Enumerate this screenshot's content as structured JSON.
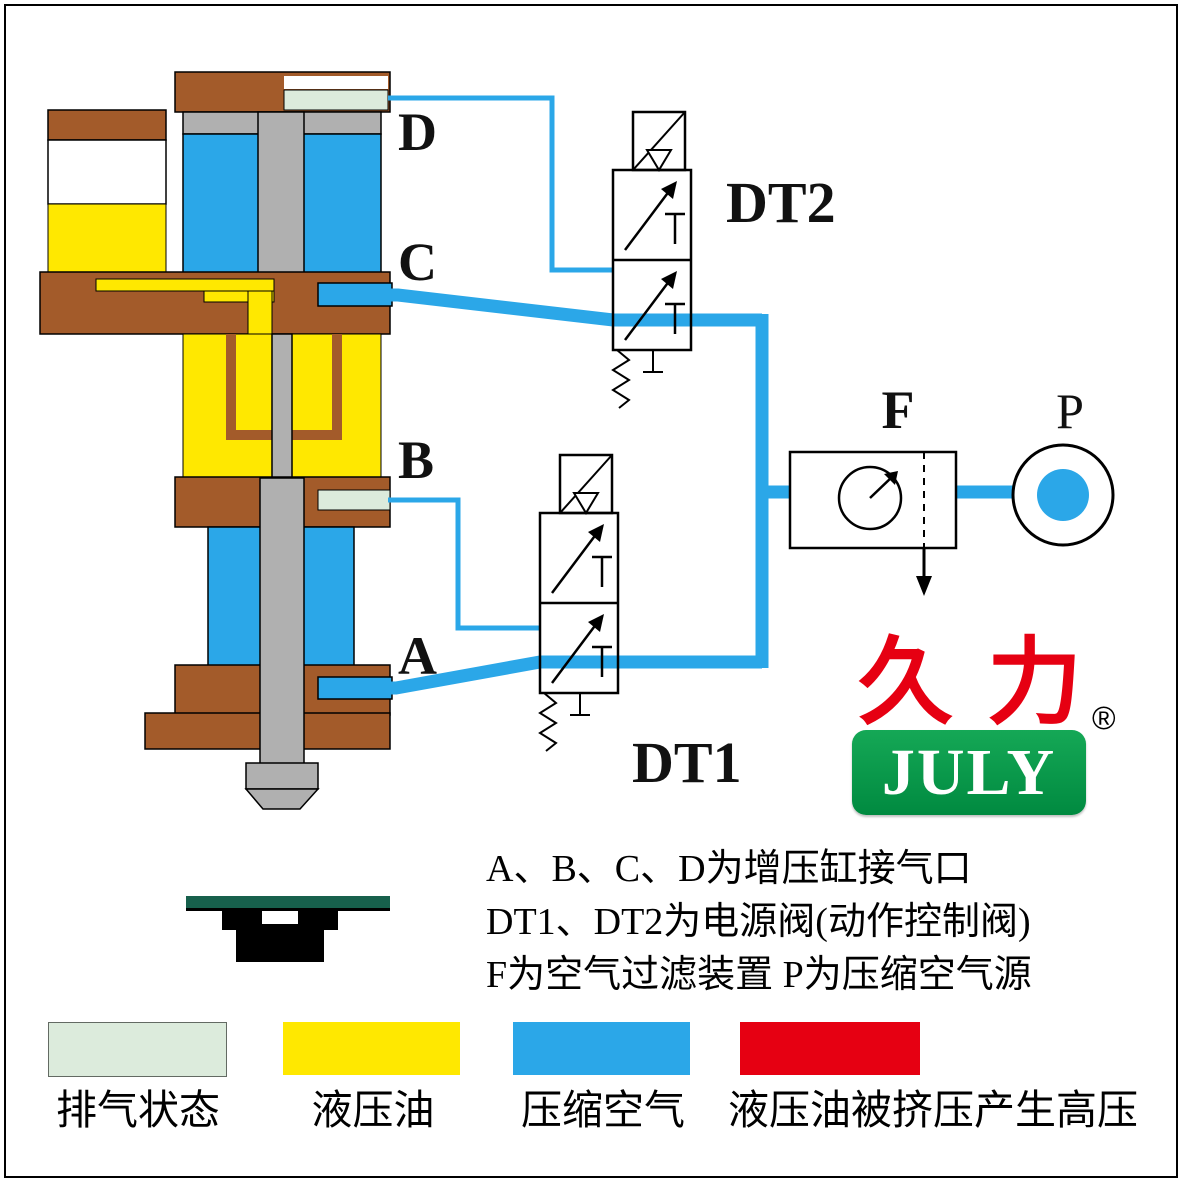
{
  "colors": {
    "brown": "#A35B2A",
    "blue": "#2BA7E8",
    "yellow": "#FFE800",
    "exhaust": "#DCEBDC",
    "gray": "#B0B0B0",
    "logo_red": "#E60012",
    "logo_green_top": "#15A856",
    "logo_green_bottom": "#008A40",
    "die_green": "#17604C"
  },
  "ports": {
    "a": "A",
    "b": "B",
    "c": "C",
    "d": "D"
  },
  "valves": {
    "dt1": "DT1",
    "dt2": "DT2"
  },
  "filter_label": "F",
  "source_label": "P",
  "logo": {
    "chinese": "久力",
    "english": "JULY",
    "registered": "®"
  },
  "notes": {
    "line1": "A、B、C、D为增压缸接气口",
    "line2": "DT1、DT2为电源阀(动作控制阀)",
    "line3": "F为空气过滤装置 P为压缩空气源"
  },
  "legend": [
    {
      "label": "排气状态",
      "color": "#DCEBDC"
    },
    {
      "label": "液压油",
      "color": "#FFE800"
    },
    {
      "label": "压缩空气",
      "color": "#2BA7E8"
    },
    {
      "label": "液压油被挤压产生高压",
      "color": "#E60012"
    }
  ]
}
